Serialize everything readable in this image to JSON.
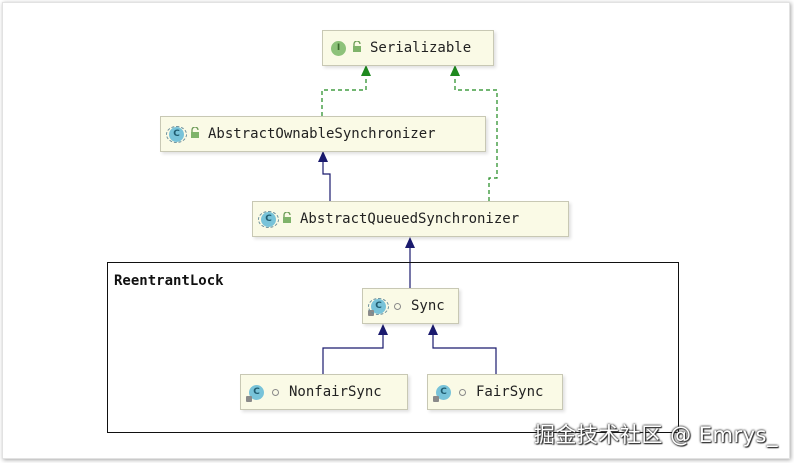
{
  "diagram": {
    "group": {
      "label": "ReentrantLock"
    },
    "nodes": {
      "serializable": {
        "label": "Serializable",
        "badge": "I",
        "kind": "interface"
      },
      "aos": {
        "label": "AbstractOwnableSynchronizer",
        "badge": "C",
        "kind": "abstract-class"
      },
      "aqs": {
        "label": "AbstractQueuedSynchronizer",
        "badge": "C",
        "kind": "abstract-class"
      },
      "sync": {
        "label": "Sync",
        "badge": "C",
        "kind": "abstract-inner-class"
      },
      "nonfair": {
        "label": "NonfairSync",
        "badge": "C",
        "kind": "inner-class"
      },
      "fair": {
        "label": "FairSync",
        "badge": "C",
        "kind": "inner-class"
      }
    },
    "edges": [
      {
        "from": "aos",
        "to": "serializable",
        "type": "implements"
      },
      {
        "from": "aqs",
        "to": "serializable",
        "type": "implements"
      },
      {
        "from": "aqs",
        "to": "aos",
        "type": "extends"
      },
      {
        "from": "sync",
        "to": "aqs",
        "type": "extends"
      },
      {
        "from": "nonfair",
        "to": "sync",
        "type": "extends"
      },
      {
        "from": "fair",
        "to": "sync",
        "type": "extends"
      }
    ],
    "colors": {
      "implements": "#1f8a1f",
      "extends": "#1a1a6e",
      "node_fill": "#fafae6"
    }
  },
  "watermark": "掘金技术社区 @ Emrys_"
}
